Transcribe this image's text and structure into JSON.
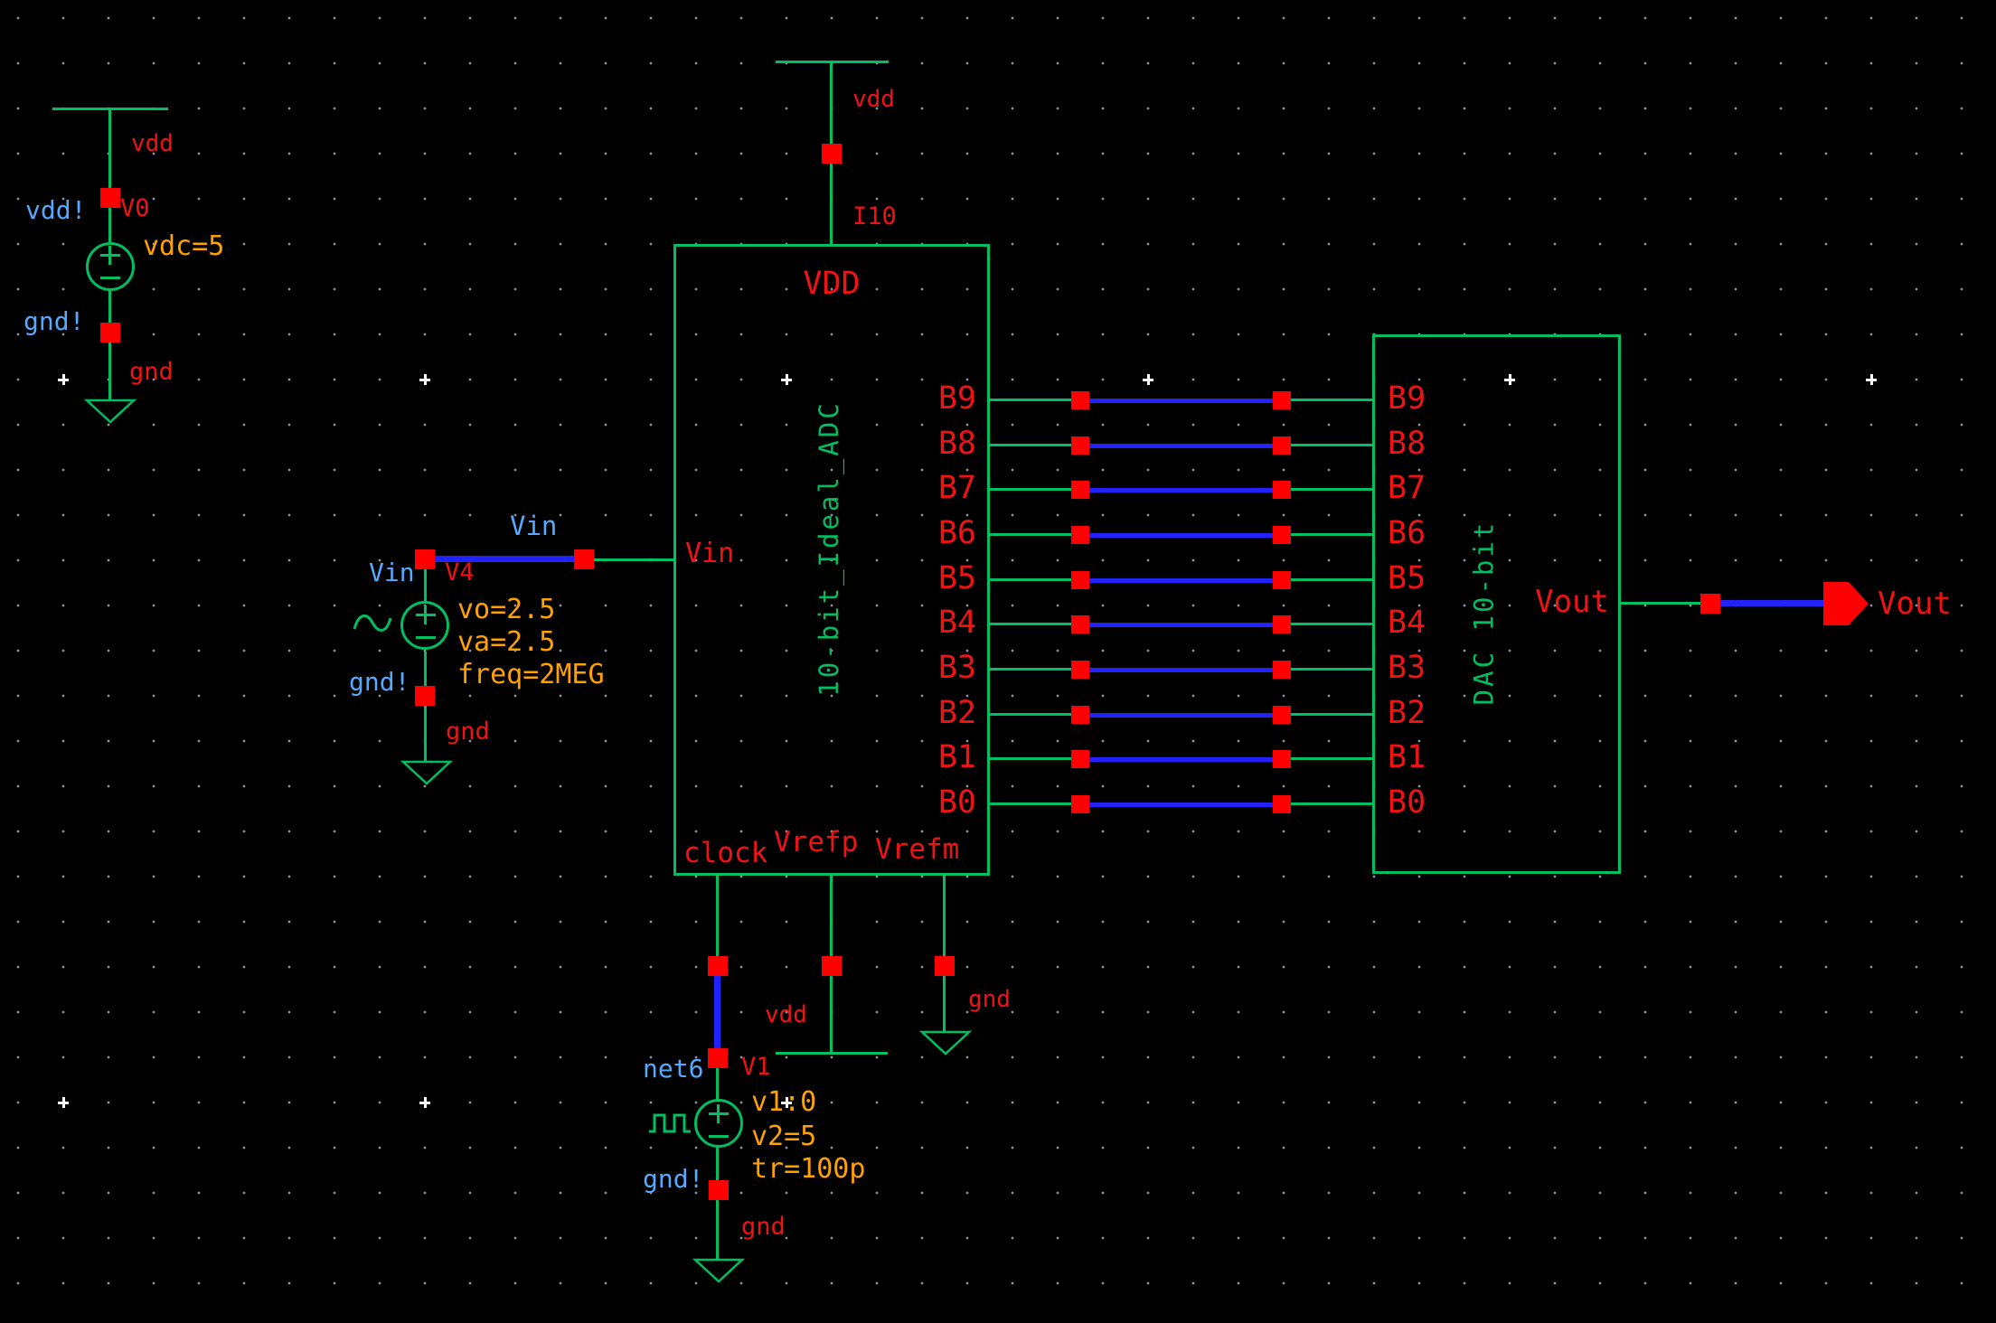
{
  "colors": {
    "wire_green": "#00bf60",
    "wire_blue": "#2222ff",
    "pin_red": "#ff0000",
    "label_red": "#f01313",
    "net_blue": "#55aaff",
    "param_orange": "#ffa200",
    "grid_dot": "#8b90a4"
  },
  "v0_supply": {
    "rail_label": "vdd",
    "net_label": "vdd!",
    "instance": "V0",
    "param": "vdc=5",
    "gnd_net_label": "gnd!",
    "gnd_label": "gnd"
  },
  "v4_source": {
    "wire_net_label": "Vin",
    "net_label": "Vin",
    "instance": "V4",
    "params": [
      "vo=2.5",
      "va=2.5",
      "freq=2MEG"
    ],
    "gnd_net_label": "gnd!",
    "gnd_label": "gnd"
  },
  "adc": {
    "rail_label": "vdd",
    "instance": "I10",
    "cell_label": "10-bit_Ideal_ADC",
    "pin_vdd": "VDD",
    "pin_vin": "Vin",
    "pin_clock": "clock",
    "pin_vrefp": "Vrefp",
    "pin_vrefm": "Vrefm",
    "bits": [
      "B9",
      "B8",
      "B7",
      "B6",
      "B5",
      "B4",
      "B3",
      "B2",
      "B1",
      "B0"
    ]
  },
  "dac": {
    "cell_label": "DAC 10-bit",
    "pin_vout": "Vout",
    "bits": [
      "B9",
      "B8",
      "B7",
      "B6",
      "B5",
      "B4",
      "B3",
      "B2",
      "B1",
      "B0"
    ]
  },
  "output_port": {
    "label": "Vout"
  },
  "v1_source": {
    "net_label": "net6",
    "instance": "V1",
    "params": [
      "v1:0",
      "v2=5",
      "tr=100p"
    ],
    "gnd_net_label": "gnd!",
    "gnd_label": "gnd"
  },
  "bottom_rails": {
    "vdd_label": "vdd",
    "gnd_label": "gnd"
  }
}
